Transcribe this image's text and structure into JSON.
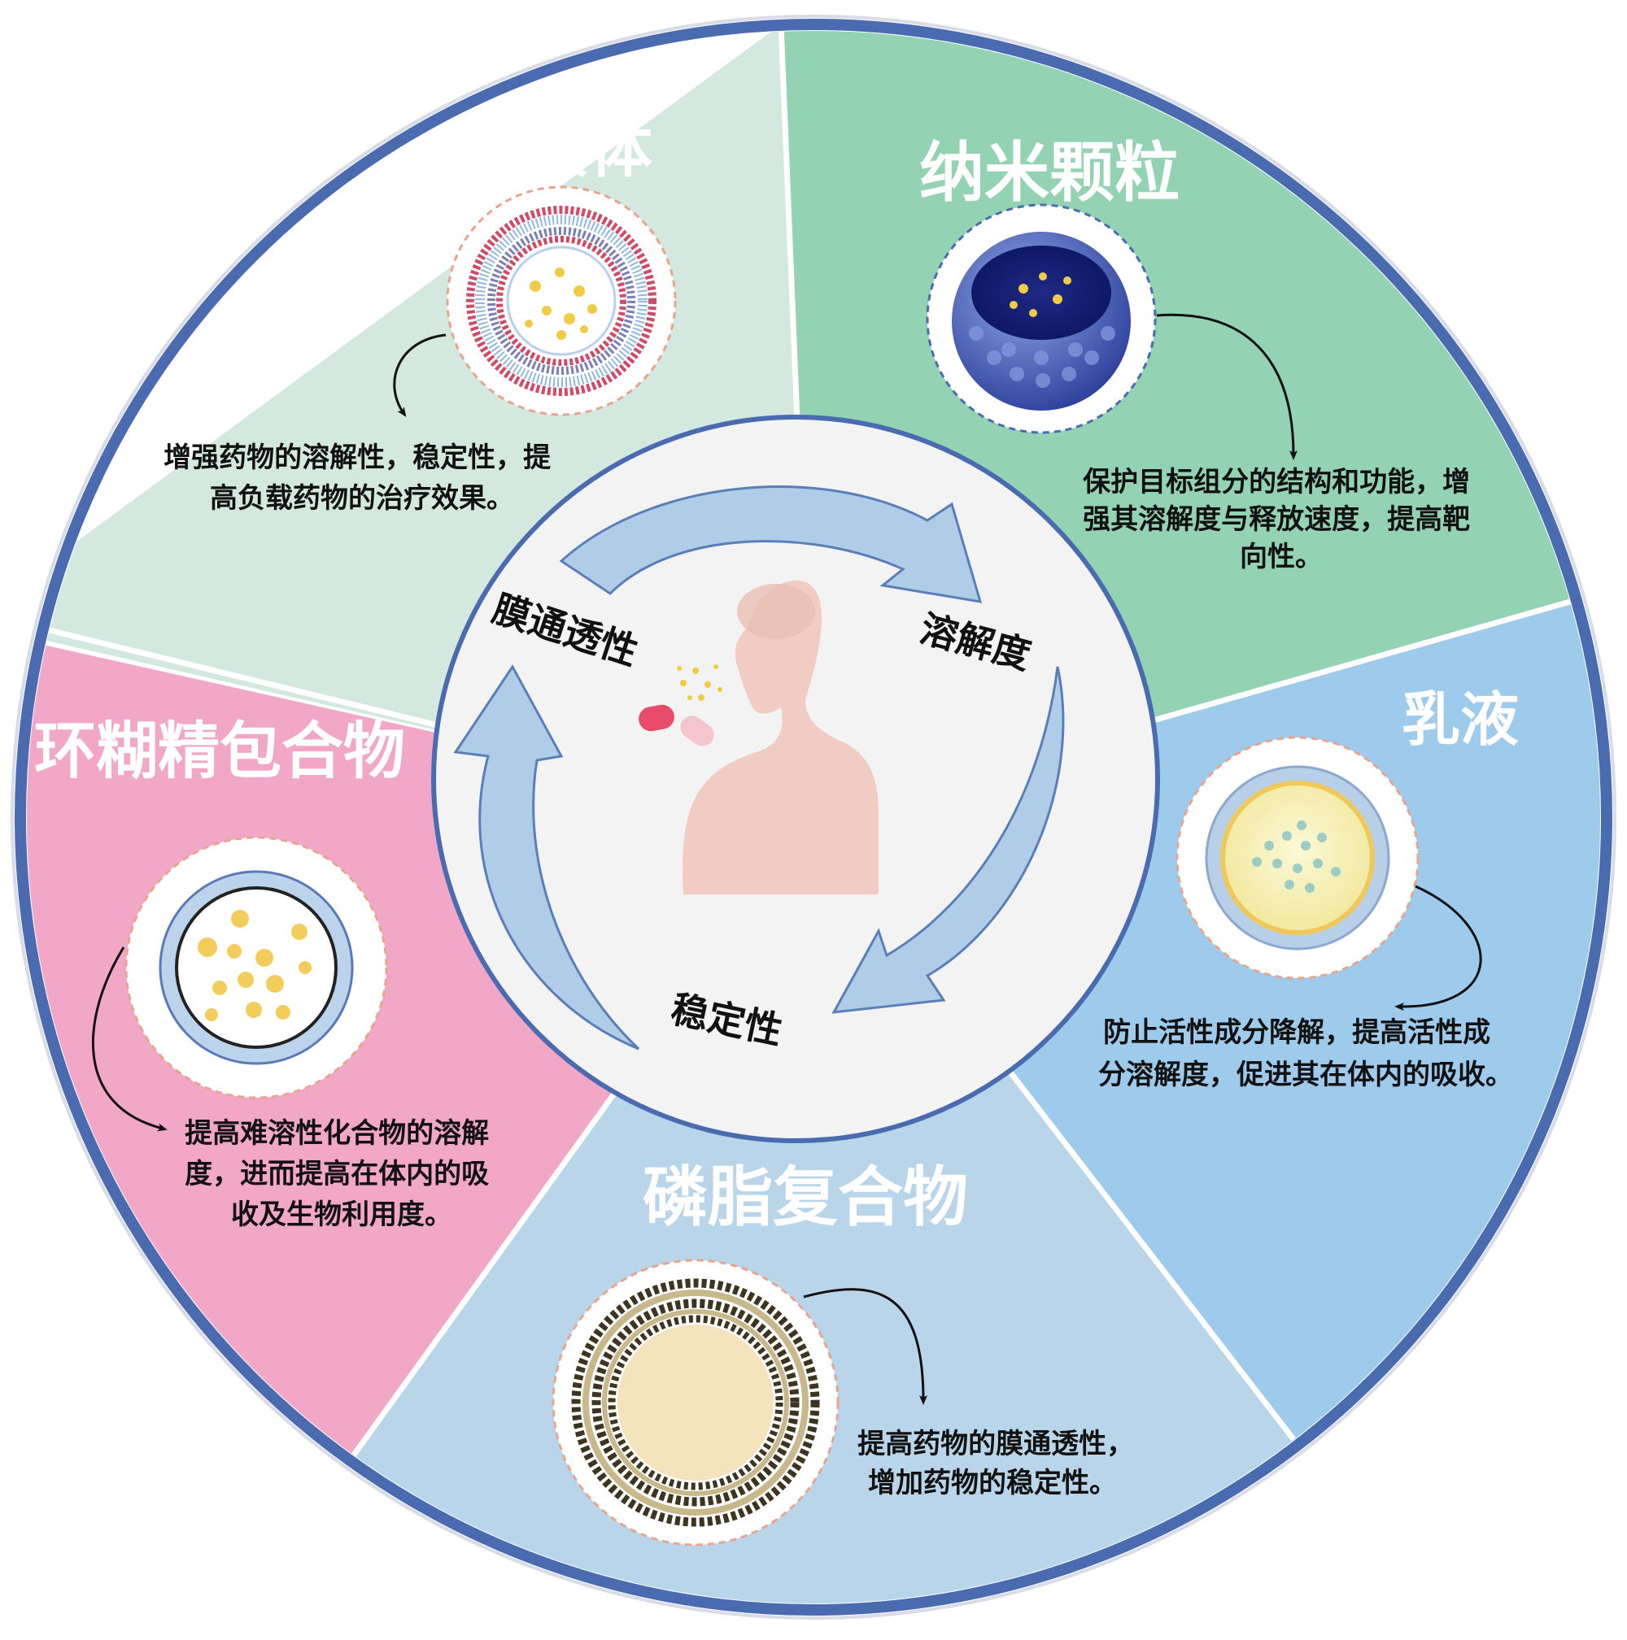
{
  "colors": {
    "outer_ring": "#4a6bb0",
    "liposome_segment": "#d3e8df",
    "nanoparticle_segment": "#93d3b4",
    "emulsion_segment": "#9ecbec",
    "phospholipid_segment": "#b8d5ea",
    "cyclodextrin_segment": "#f3a7c6",
    "center_circle": "#f3f3f4",
    "cycle_arrow": "#b0cde8"
  },
  "segments": {
    "liposome": {
      "title": "脂质体",
      "icon": "liposome-icon",
      "desc": [
        "增强药物的溶解性，稳定性，提",
        "高负载药物的治疗效果。"
      ]
    },
    "nanoparticle": {
      "title": "纳米颗粒",
      "icon": "nanoparticle-icon",
      "desc": [
        "保护目标组分的结构和功能，增",
        "强其溶解度与释放速度，提高靶",
        "向性。"
      ]
    },
    "emulsion": {
      "title": "乳液",
      "icon": "emulsion-droplet-icon",
      "desc": [
        "防止活性成分降解，提高活性成",
        "分溶解度，促进其在体内的吸收。"
      ]
    },
    "phospholipid_complex": {
      "title": "磷脂复合物",
      "icon": "phospholipid-complex-icon",
      "desc": [
        "提高药物的膜通透性，",
        "增加药物的稳定性。"
      ]
    },
    "cyclodextrin": {
      "title": "环糊精包合物",
      "icon": "cyclodextrin-inclusion-icon",
      "desc": [
        "提高难溶性化合物的溶解",
        "度，进而提高在体内的吸",
        "收及生物利用度。"
      ]
    }
  },
  "center": {
    "icon": "human-with-capsule-icon",
    "labels": {
      "permeability": "膜通透性",
      "solubility": "溶解度",
      "stability": "稳定性"
    }
  }
}
